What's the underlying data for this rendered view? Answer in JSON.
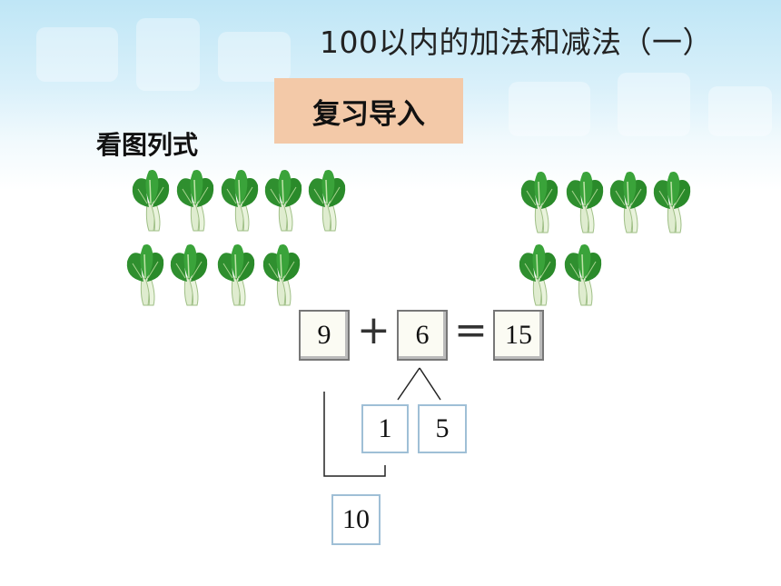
{
  "header": {
    "title": "100以内的加法和减法（一）",
    "section_tag": "复习导入"
  },
  "task": {
    "subtitle": "看图列式"
  },
  "picture": {
    "left_group_count": 9,
    "right_group_count": 6,
    "item_icon": "bok-choy-icon"
  },
  "equation": {
    "addend1": "9",
    "plus": "+",
    "addend2": "6",
    "equals": "=",
    "sum": "15"
  },
  "decomposition": {
    "part1": "1",
    "part2": "5",
    "ten": "10"
  },
  "colors": {
    "tag_bg": "#f3c9a8",
    "box_border": "#777777",
    "split_box_border": "#9fbfd6",
    "leaf_green": "#2f8f2f"
  }
}
